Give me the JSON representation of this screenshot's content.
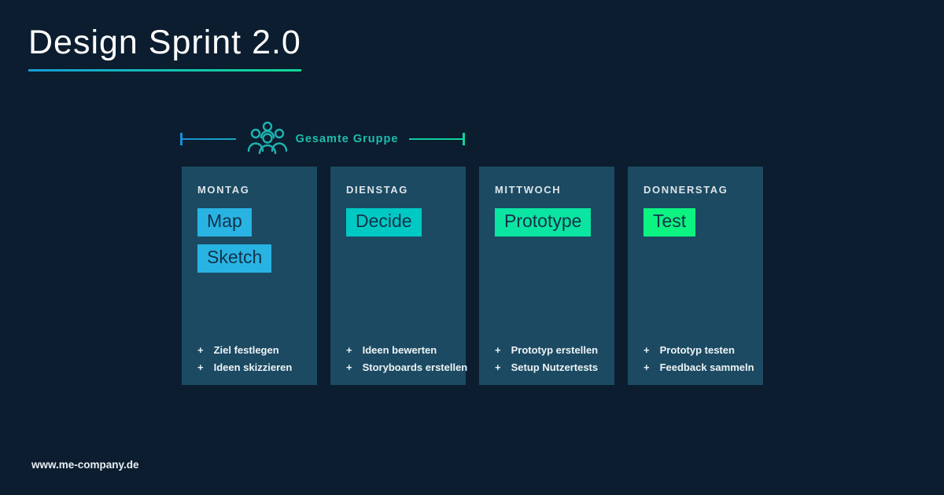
{
  "page": {
    "title": "Design Sprint 2.0",
    "footer_url": "www.me-company.de"
  },
  "group_bracket": {
    "label": "Gesamte Gruppe",
    "icon": "people-group-icon",
    "spans_columns": [
      "MONTAG",
      "DIENSTAG"
    ]
  },
  "bullet_marker": "+",
  "colors": {
    "background": "#0b1d2f",
    "panel": "#1b4a62",
    "tag_text": "#14324a",
    "accent_blue": "#1a8fd1",
    "accent_teal": "#1dbdad",
    "accent_green": "#12d398",
    "underline_gradient_start": "#169bd7",
    "underline_gradient_end": "#0fd992"
  },
  "columns": [
    {
      "day": "MONTAG",
      "tags": [
        {
          "label": "Map",
          "color": "#29b3e3"
        },
        {
          "label": "Sketch",
          "color": "#29b3e3"
        }
      ],
      "bullets": [
        "Ziel festlegen",
        "Ideen skizzieren"
      ]
    },
    {
      "day": "DIENSTAG",
      "tags": [
        {
          "label": "Decide",
          "color": "#00c9c4"
        }
      ],
      "bullets": [
        "Ideen bewerten",
        "Storyboards erstellen"
      ]
    },
    {
      "day": "MITTWOCH",
      "tags": [
        {
          "label": "Prototype",
          "color": "#0be5a2"
        }
      ],
      "bullets": [
        "Prototyp erstellen",
        "Setup Nutzertests"
      ]
    },
    {
      "day": "DONNERSTAG",
      "tags": [
        {
          "label": "Test",
          "color": "#0cf381"
        }
      ],
      "bullets": [
        "Prototyp testen",
        "Feedback sammeln"
      ]
    }
  ]
}
